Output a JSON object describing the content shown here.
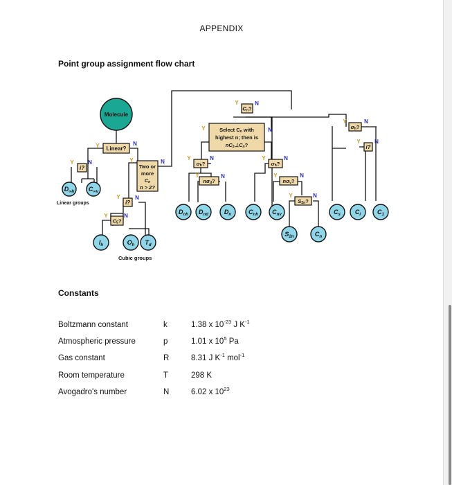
{
  "heading": "APPENDIX",
  "flowchart_title": "Point group assignment flow chart",
  "flowchart": {
    "start": "Molecule",
    "yes": "Y",
    "no": "N",
    "linear_q": "Linear?",
    "i_q": "i?",
    "two_or_more_q": {
      "line1": "Two or",
      "line2": "more",
      "line3_main": "C",
      "line3_sub": "n",
      "line4": "n > 2?"
    },
    "c5_q": {
      "main": "C",
      "sub": "5",
      "suffix": "?"
    },
    "cn_q": {
      "main": "C",
      "sub": "n",
      "suffix": "?"
    },
    "select_box": {
      "line1_a": "Select C",
      "line1_sub": "n",
      "line1_b": " with",
      "line2_a": "highest n",
      "line2_b": "; then is",
      "line3_a": "nC",
      "line3_sub1": "2",
      "line3_b": "⊥C",
      "line3_sub2": "n",
      "line3_c": "?"
    },
    "sigma_h_q": {
      "main": "σ",
      "sub": "h",
      "suffix": "?"
    },
    "n_sigma_d_q": {
      "main": "nσ",
      "sub": "d",
      "suffix": "?"
    },
    "n_sigma_v_q": {
      "main": "nσ",
      "sub": "v",
      "suffix": "?"
    },
    "s2n_q": {
      "main": "S",
      "sub": "2n",
      "suffix": "?"
    },
    "linear_groups": [
      {
        "main": "D",
        "sub": "∞h"
      },
      {
        "main": "C",
        "sub": "∞v"
      }
    ],
    "linear_label": "Linear groups",
    "cubic_groups": [
      {
        "main": "I",
        "sub": "h"
      },
      {
        "main": "O",
        "sub": "h"
      },
      {
        "main": "T",
        "sub": "d"
      }
    ],
    "cubic_label": "Cubic groups",
    "dihedral_groups": [
      {
        "main": "D",
        "sub": "nh"
      },
      {
        "main": "D",
        "sub": "nd"
      },
      {
        "main": "D",
        "sub": "n"
      }
    ],
    "axial_groups": [
      {
        "main": "C",
        "sub": "nh"
      },
      {
        "main": "C",
        "sub": "nv"
      }
    ],
    "rotoreflection_groups": [
      {
        "main": "S",
        "sub": "2n"
      },
      {
        "main": "C",
        "sub": "n"
      }
    ],
    "low_groups": [
      {
        "main": "C",
        "sub": "s"
      },
      {
        "main": "C",
        "sub": "i"
      },
      {
        "main": "C",
        "sub": "1"
      }
    ]
  },
  "constants_title": "Constants",
  "constants": [
    {
      "name": "Boltzmann constant",
      "symbol": "k",
      "value": "1.38 x 10",
      "exp": "-23",
      "unit": " J K",
      "unit_exp": "-1",
      "unit2": "",
      "unit2_exp": ""
    },
    {
      "name": "Atmospheric pressure",
      "symbol": "p",
      "value": "1.01 x 10",
      "exp": "5",
      "unit": " Pa",
      "unit_exp": "",
      "unit2": "",
      "unit2_exp": ""
    },
    {
      "name": "Gas constant",
      "symbol": "R",
      "value": "8.31 J K",
      "exp": "-1",
      "unit": " mol",
      "unit_exp": "-1",
      "unit2": "",
      "unit2_exp": ""
    },
    {
      "name": "Room temperature",
      "symbol": "T",
      "value": "298 K",
      "exp": "",
      "unit": "",
      "unit_exp": "",
      "unit2": "",
      "unit2_exp": ""
    },
    {
      "name": "Avogadro's number",
      "symbol": "N",
      "value": "6.02 x 10",
      "exp": "23",
      "unit": "",
      "unit_exp": "",
      "unit2": "",
      "unit2_exp": ""
    }
  ],
  "colors": {
    "molecule_fill": "#1aa894",
    "group_fill": "#8fd6e8",
    "question_fill": "#f0d9a8",
    "yes_color": "#c99a1e",
    "no_color": "#2a2fb8",
    "line_color": "#111111"
  }
}
